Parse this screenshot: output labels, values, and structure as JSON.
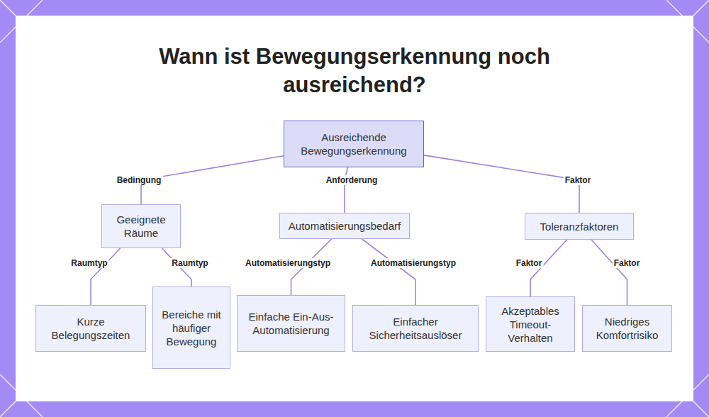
{
  "diagram": {
    "title": "Wann ist Bewegungserkennung noch ausreichend?",
    "nodes": [
      {
        "text": [
          "Ausreichende Bewegungserkennung"
        ]
      },
      {
        "text": [
          "Geeignete Räume"
        ]
      },
      {
        "text": [
          "Automatisierungsbedarf"
        ]
      },
      {
        "text": [
          "Toleranzfaktoren"
        ]
      },
      {
        "text": [
          "Kurze Belegungszeiten"
        ]
      },
      {
        "text": [
          "Bereiche mit häufiger Bewegung"
        ]
      },
      {
        "text": [
          "Einfache Ein-Aus-Automatisierung"
        ]
      },
      {
        "text": [
          "Einfacher Sicherheitsauslöser"
        ]
      },
      {
        "text": [
          "Akzeptables Timeout-Verhalten"
        ]
      },
      {
        "text": [
          "Niedriges Komfortrisiko"
        ]
      }
    ],
    "edges": [
      {
        "from": 0,
        "to": 1,
        "label": "Bedingung",
        "arrow": "none"
      },
      {
        "from": 0,
        "to": 2,
        "label": "Anforderung",
        "arrow": "none"
      },
      {
        "from": 0,
        "to": 3,
        "label": "Faktor",
        "arrow": "none"
      },
      {
        "from": 1,
        "to": 4,
        "label": "Raumtyp",
        "arrow": "none"
      },
      {
        "from": 1,
        "to": 5,
        "label": "Raumtyp",
        "arrow": "none"
      },
      {
        "from": 2,
        "to": 6,
        "label": "Automatisierungstyp",
        "arrow": "none"
      },
      {
        "from": 2,
        "to": 7,
        "label": "Automatisierungstyp",
        "arrow": "none"
      },
      {
        "from": 3,
        "to": 8,
        "label": "Faktor",
        "arrow": "none"
      },
      {
        "from": 3,
        "to": 9,
        "label": "Faktor",
        "arrow": "none"
      }
    ]
  }
}
